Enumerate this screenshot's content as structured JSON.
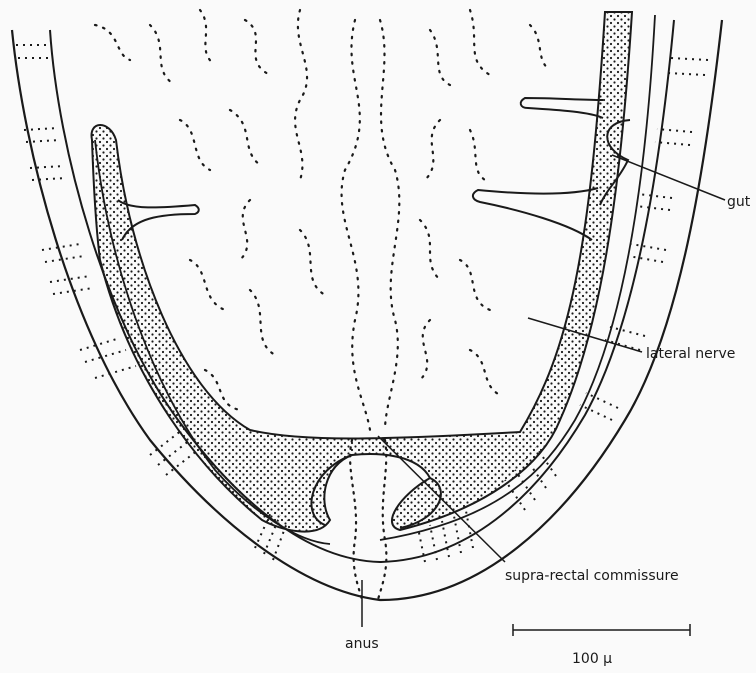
{
  "diagram": {
    "labels": {
      "gut": "gut",
      "lateral_nerve": "lateral nerve",
      "supra_rectal_commissure": "supra-rectal commissure",
      "anus": "anus"
    },
    "scale_bar": {
      "label": "100 μ"
    },
    "colors": {
      "ink": "#1a1a1a",
      "background": "#fafafa"
    }
  }
}
